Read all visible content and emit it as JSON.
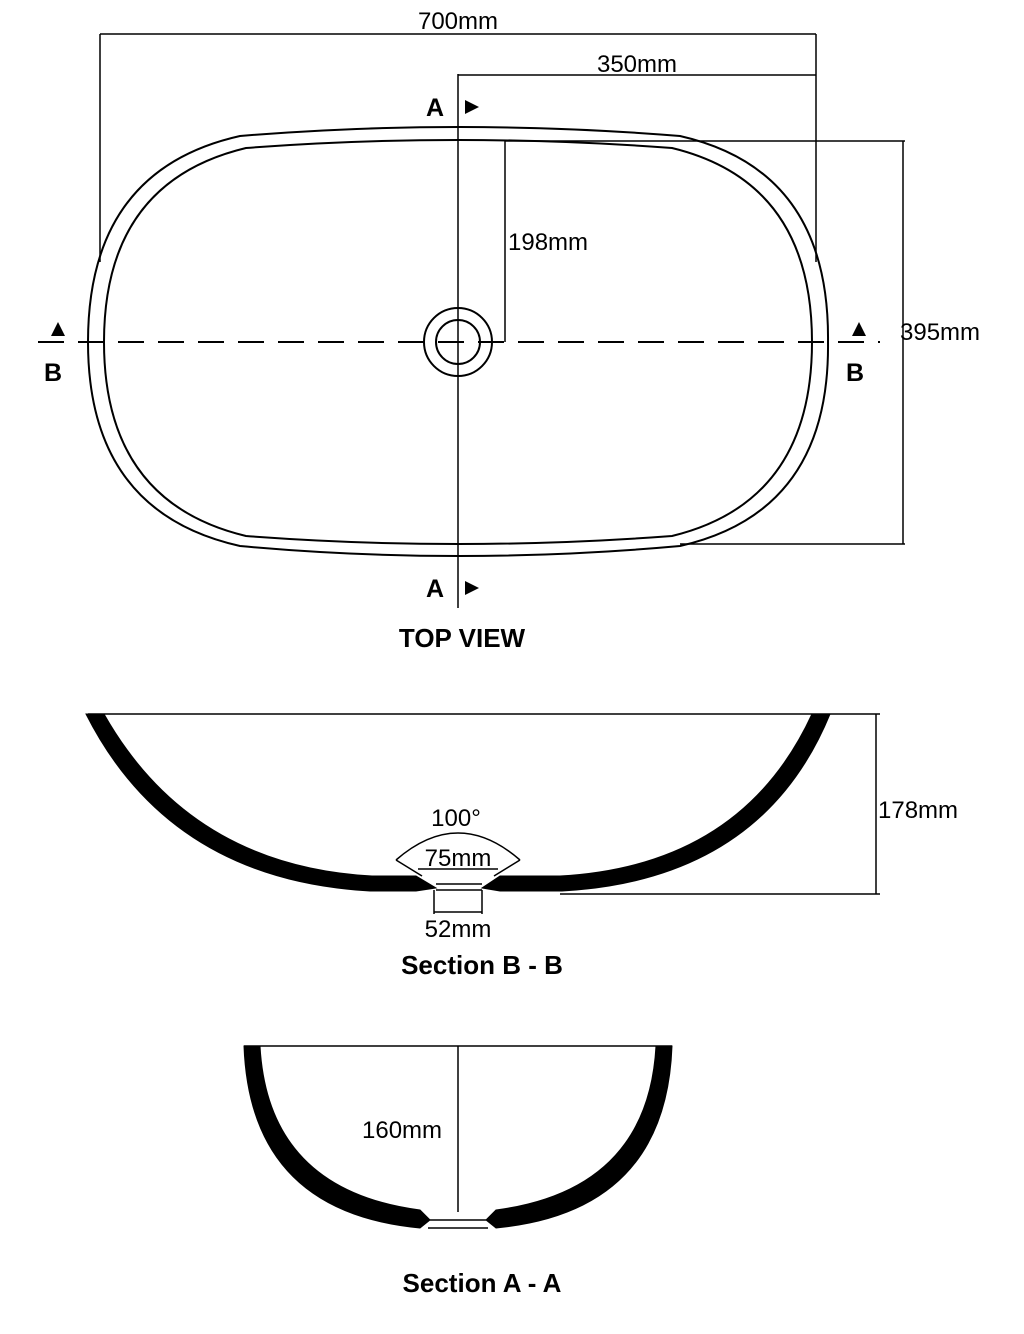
{
  "top_view": {
    "title": "TOP VIEW",
    "dim_overall_length": "700mm",
    "dim_half_length": "350mm",
    "dim_half_width": "198mm",
    "dim_overall_width": "395mm",
    "section_a_label": "A",
    "section_b_label": "B"
  },
  "section_bb": {
    "title": "Section B - B",
    "dim_height": "178mm",
    "dim_angle": "100°",
    "dim_drain_top": "75mm",
    "dim_drain_bottom": "52mm"
  },
  "section_aa": {
    "title": "Section A - A",
    "dim_height": "160mm"
  }
}
